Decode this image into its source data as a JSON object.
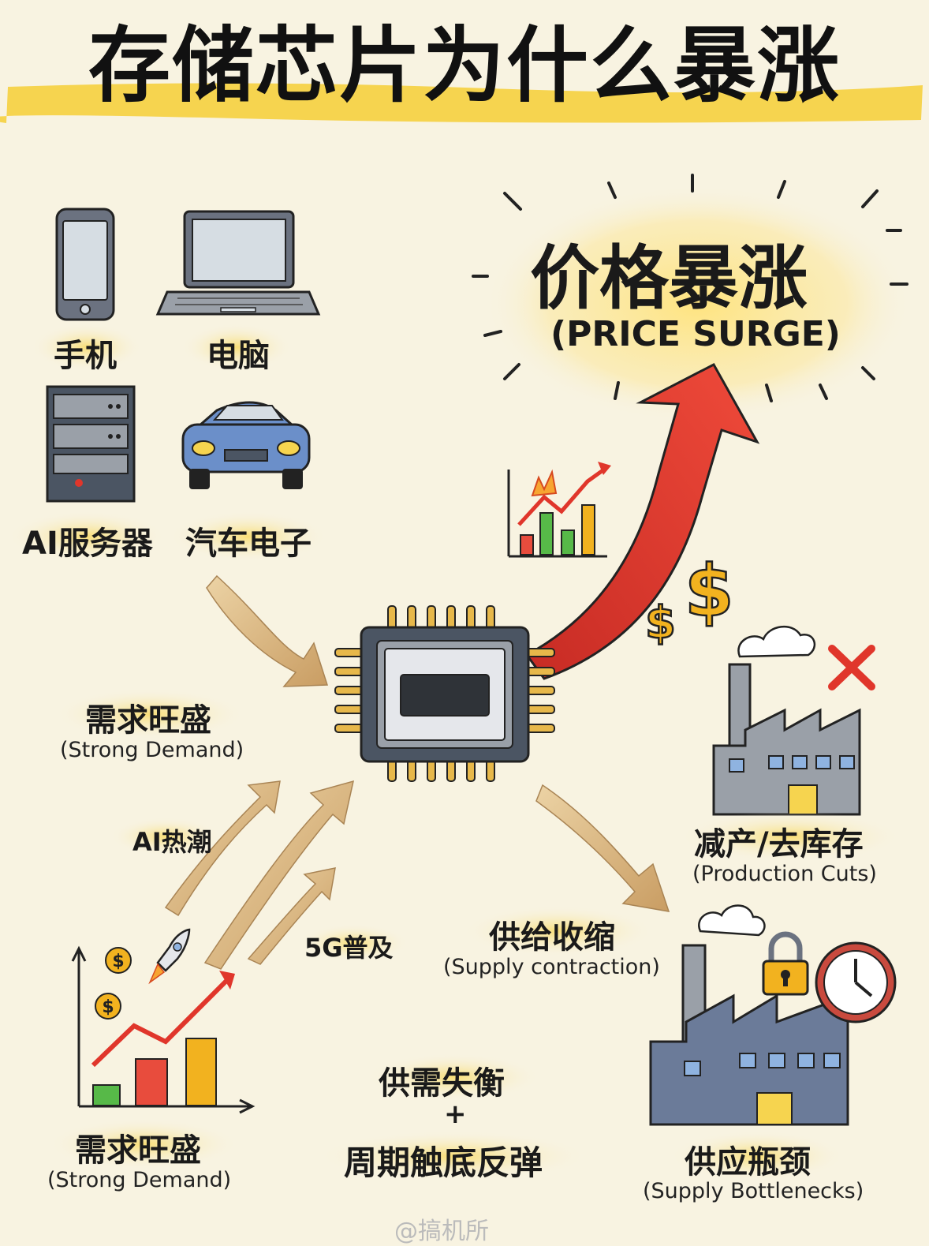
{
  "title": "存储芯片为什么暴涨",
  "devices": {
    "phone": "手机",
    "laptop": "电脑",
    "server": "AI服务器",
    "car": "汽车电子"
  },
  "price_surge": {
    "cn": "价格暴涨",
    "en": "(PRICE SURGE)"
  },
  "strong_demand_top": {
    "cn": "需求旺盛",
    "en": "(Strong Demand)"
  },
  "drivers": {
    "ai": "AI热潮",
    "g5": "5G普及"
  },
  "strong_demand_bottom": {
    "cn": "需求旺盛",
    "en": "(Strong Demand)"
  },
  "supply_contraction": {
    "cn": "供给收缩",
    "en": "(Supply contraction)"
  },
  "production_cuts": {
    "cn": "减产/去库存",
    "en": "(Production Cuts)"
  },
  "bottlenecks": {
    "cn": "供应瓶颈",
    "en": "(Supply Bottlenecks)"
  },
  "center_text": {
    "line1": "供需失衡",
    "plus": "+",
    "line2": "周期触底反弹"
  },
  "symbols": {
    "dollar": "$"
  },
  "watermark": "@搞机所",
  "colors": {
    "background": "#f8f3e1",
    "highlight": "#f6d44f",
    "arrow_red": "#e0362b",
    "arrow_tan": "#d8b57d",
    "gold": "#f2b21f",
    "factory_grey": "#9aa0a8",
    "chip_grey": "#6b7280",
    "pin_gold": "#e7b84a"
  }
}
